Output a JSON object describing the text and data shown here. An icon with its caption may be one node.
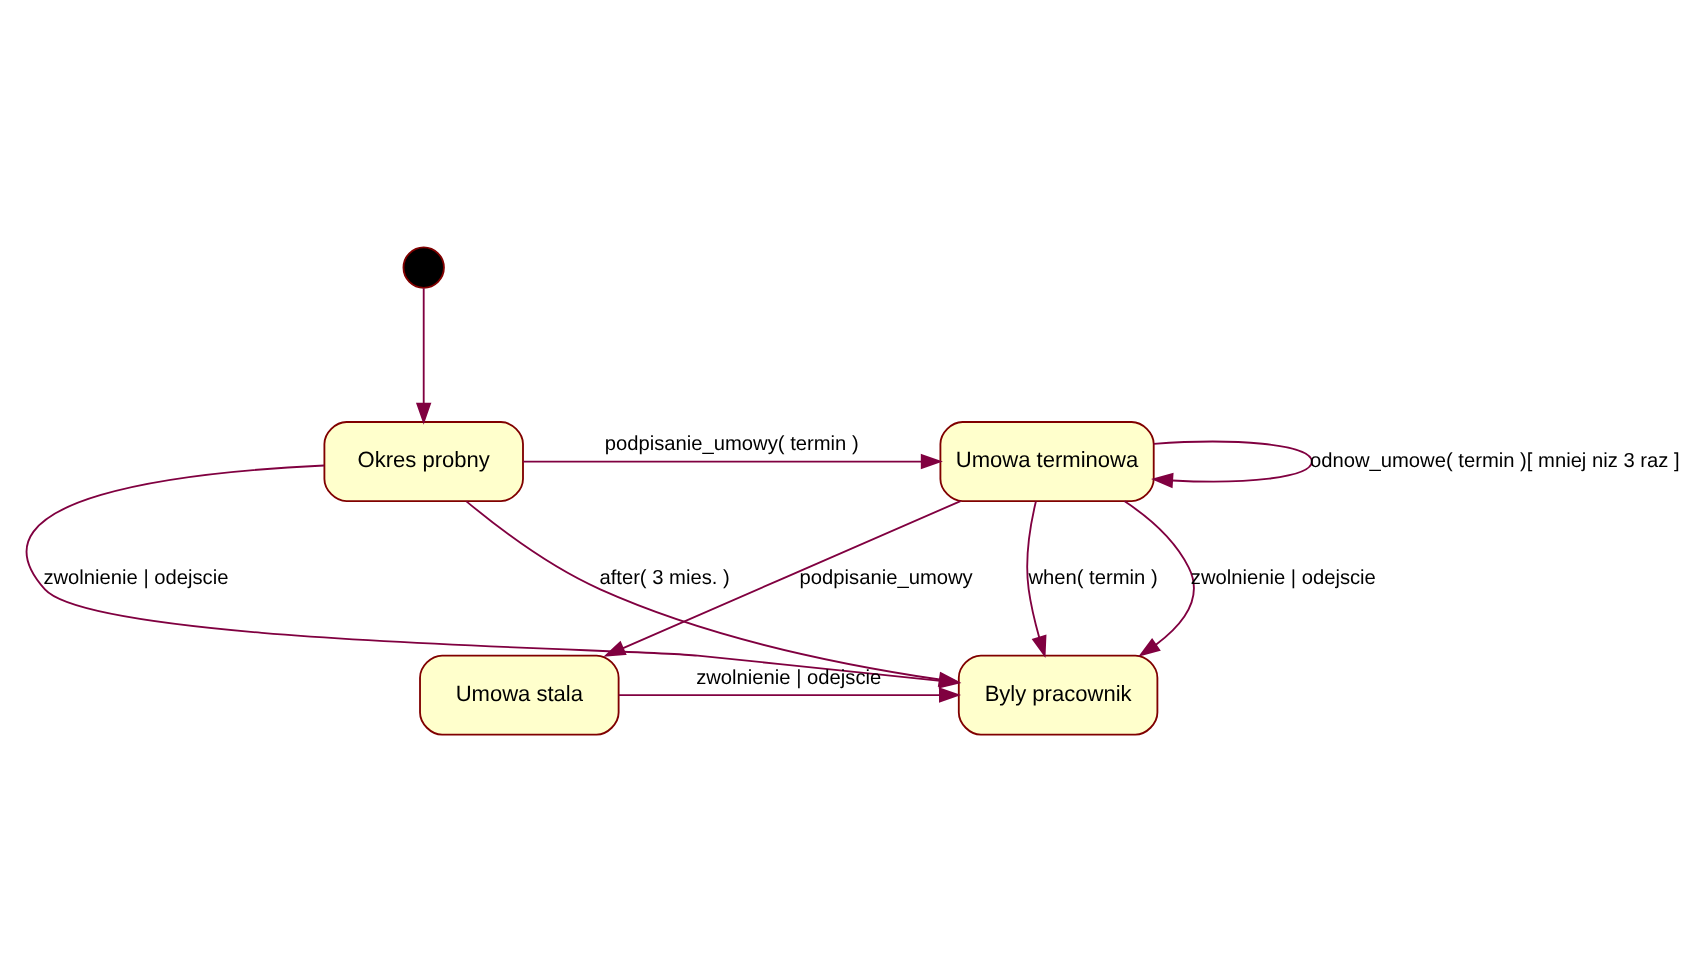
{
  "diagram": {
    "nodes": [
      {
        "text": [],
        "shape": "circle"
      },
      {
        "text": [
          "Okres probny"
        ]
      },
      {
        "text": [
          "Umowa terminowa"
        ]
      },
      {
        "text": [
          "Byly pracownik"
        ]
      },
      {
        "text": [
          "Umowa stala"
        ]
      }
    ],
    "edges": [
      {
        "from": 0,
        "to": 1,
        "arrow": "to"
      },
      {
        "from": 1,
        "to": 2,
        "arrow": "to",
        "label": "podpisanie_umowy( termin )"
      },
      {
        "from": 2,
        "to": 2,
        "arrow": "to",
        "label": "odnow_umowe( termin )[ mniej niz 3 raz ]"
      },
      {
        "from": 1,
        "to": 3,
        "arrow": "to",
        "label": "zwolnienie | odejscie"
      },
      {
        "from": 1,
        "to": 3,
        "arrow": "to",
        "label": "after( 3 mies. )"
      },
      {
        "from": 2,
        "to": 3,
        "arrow": "to",
        "label": "when( termin )"
      },
      {
        "from": 2,
        "to": 3,
        "arrow": "to",
        "label": "zwolnienie | odejscie"
      },
      {
        "from": 2,
        "to": 4,
        "arrow": "to",
        "label": "podpisanie_umowy"
      },
      {
        "from": 4,
        "to": 3,
        "arrow": "to",
        "label": "zwolnienie | odejscie"
      }
    ]
  }
}
